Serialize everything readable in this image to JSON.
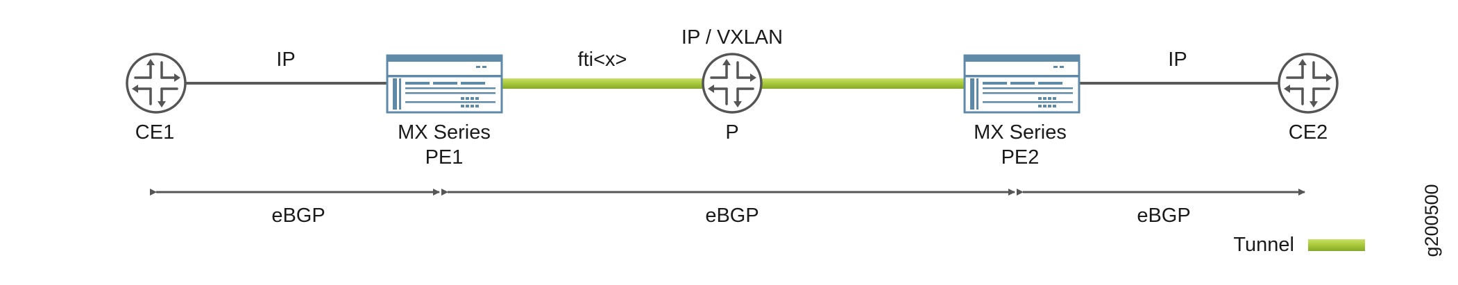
{
  "diagram": {
    "nodes": {
      "ce1": {
        "label": "CE1",
        "type": "router"
      },
      "pe1": {
        "label_line1": "MX Series",
        "label_line2": "PE1",
        "type": "mx-chassis"
      },
      "p": {
        "label": "P",
        "type": "router"
      },
      "pe2": {
        "label_line1": "MX Series",
        "label_line2": "PE2",
        "type": "mx-chassis"
      },
      "ce2": {
        "label": "CE2",
        "type": "router"
      }
    },
    "links": {
      "ce1_pe1": "IP",
      "tunnel_interface": "fti<x>",
      "core": "IP / VXLAN",
      "pe2_ce2": "IP"
    },
    "sessions": [
      "eBGP",
      "eBGP",
      "eBGP"
    ],
    "legend": {
      "tunnel_label": "Tunnel",
      "tunnel_color": "#a8c93a"
    },
    "figure_id": "g200500",
    "colors": {
      "router_stroke": "#555555",
      "chassis_fill": "#5e8aa8",
      "link_gray": "#5a5a5a",
      "tunnel": "#a8c93a"
    }
  }
}
